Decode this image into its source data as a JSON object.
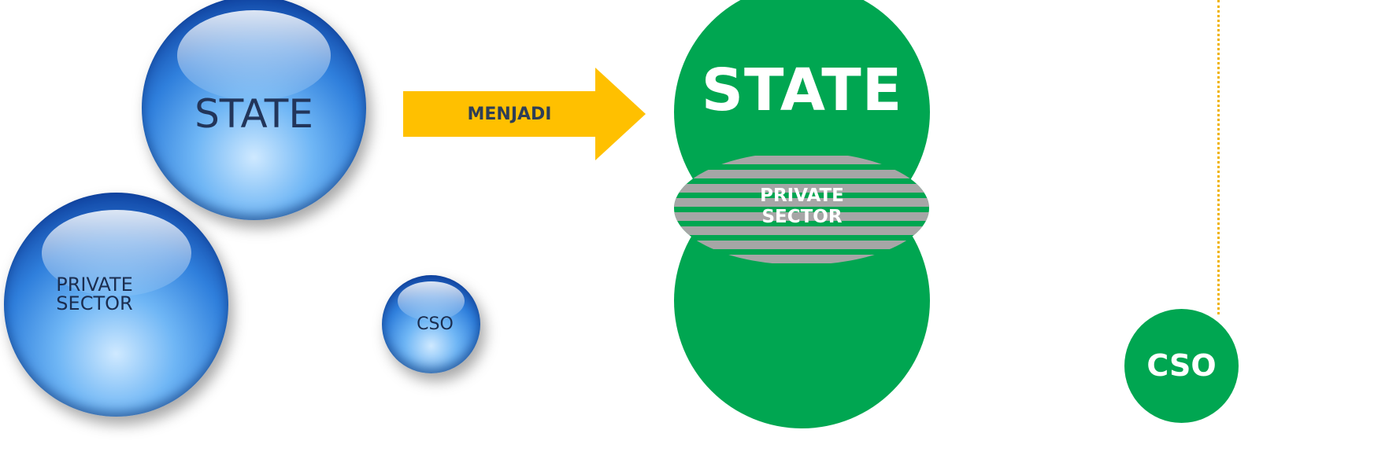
{
  "left": {
    "state_label": "STATE",
    "private_label_line1": "PRIVATE",
    "private_label_line2": "SECTOR",
    "cso_label": "CSO"
  },
  "arrow": {
    "label": "MENJADI",
    "color": "#ffc000"
  },
  "right": {
    "state_label": "STATE",
    "private_label_line1": "PRIVATE",
    "private_label_line2": "SECTOR",
    "cso_label": "CSO",
    "circle_color": "#00a651"
  },
  "accents": {
    "dotted_line_color": "#f0b300"
  }
}
